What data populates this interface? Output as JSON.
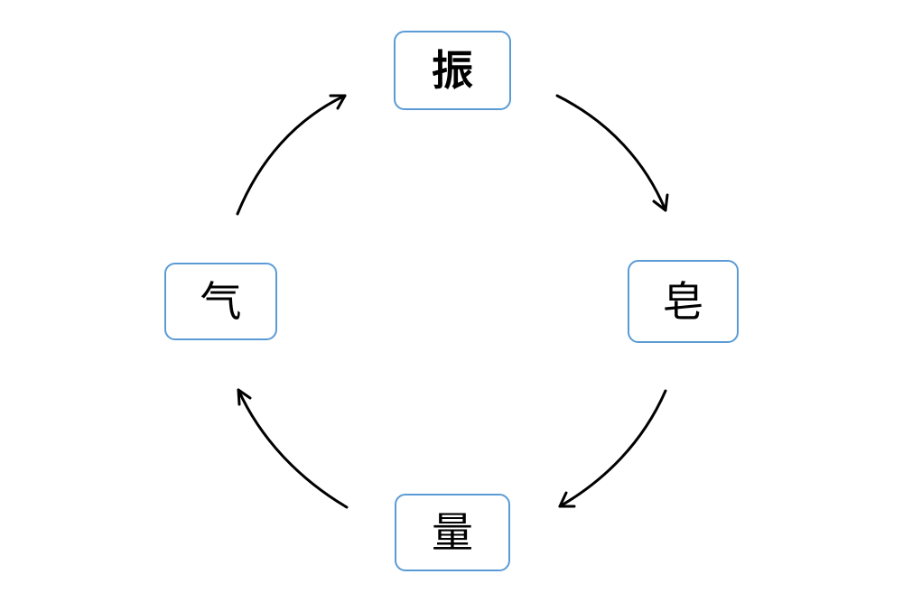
{
  "diagram": {
    "type": "cycle",
    "nodes": [
      {
        "id": "top",
        "label": "振"
      },
      {
        "id": "right",
        "label": "皂"
      },
      {
        "id": "bottom",
        "label": "量"
      },
      {
        "id": "left",
        "label": "气"
      }
    ],
    "edges": [
      {
        "from": "top",
        "to": "right"
      },
      {
        "from": "right",
        "to": "bottom"
      },
      {
        "from": "bottom",
        "to": "left"
      },
      {
        "from": "left",
        "to": "top"
      }
    ],
    "colors": {
      "node_border": "#5b9bd5",
      "arrow": "#000000",
      "text": "#000000"
    }
  }
}
